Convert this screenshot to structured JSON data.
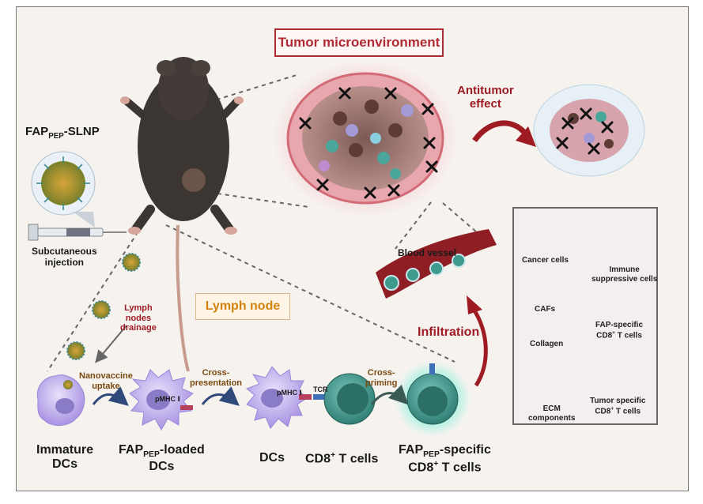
{
  "title_boxes": {
    "tumor_microenvironment": "Tumor microenvironment",
    "lymph_node": "Lymph node"
  },
  "labels": {
    "nanoparticle_prefix": "FAP",
    "nanoparticle_sub": "PEP",
    "nanoparticle_suffix": "-SLNP",
    "injection_line1": "Subcutaneous",
    "injection_line2": "injection",
    "drainage_line1": "Lymph",
    "drainage_line2": "nodes",
    "drainage_line3": "drainage",
    "uptake_line1": "Nanovaccine",
    "uptake_line2": "uptake",
    "cross_presentation_line1": "Cross-",
    "cross_presentation_line2": "presentation",
    "cross_priming_line1": "Cross-",
    "cross_priming_line2": "priming",
    "antitumor_line1": "Antitumor",
    "antitumor_line2": "effect",
    "infiltration": "Infiltration",
    "blood_vessel": "Blood vessel",
    "pmhc1_a": "pMHC Ⅰ",
    "pmhc1_b": "pMHC Ⅰ",
    "tcr": "TCR"
  },
  "stages": {
    "immature_line1": "Immature",
    "immature_line2": "DCs",
    "loaded_prefix": "FAP",
    "loaded_sub": "PEP",
    "loaded_suffix": "-loaded",
    "loaded_line2": "DCs",
    "dcs": "DCs",
    "cd8_prefix": "CD8",
    "cd8_sup": "+",
    "cd8_suffix": " T cells",
    "specific_prefix": "FAP",
    "specific_sub": "PEP",
    "specific_suffix": "-specific",
    "specific_line2_prefix": "CD8",
    "specific_line2_sup": "+",
    "specific_line2_suffix": " T cells"
  },
  "legend": {
    "cancer_cells": "Cancer cells",
    "immune_line1": "Immune",
    "immune_line2": "suppressive cells",
    "cafs": "CAFs",
    "fap_line1": "FAP-specific",
    "fap_line2_prefix": "CD8",
    "fap_line2_sup": "+",
    "fap_line2_suffix": " T cells",
    "collagen": "Collagen",
    "ecm_line1": "ECM",
    "ecm_line2": "components",
    "tumor_line1": "Tumor specific",
    "tumor_line2_prefix": "CD8",
    "tumor_line2_sup": "+",
    "tumor_line2_suffix": " T cells"
  },
  "colors": {
    "accent_red": "#9e1b24",
    "lymph_orange": "#d4820f",
    "dc_purple": "#b9a6ea",
    "tcell_teal": "#3f9a8c",
    "mouse": "#3c3633"
  }
}
